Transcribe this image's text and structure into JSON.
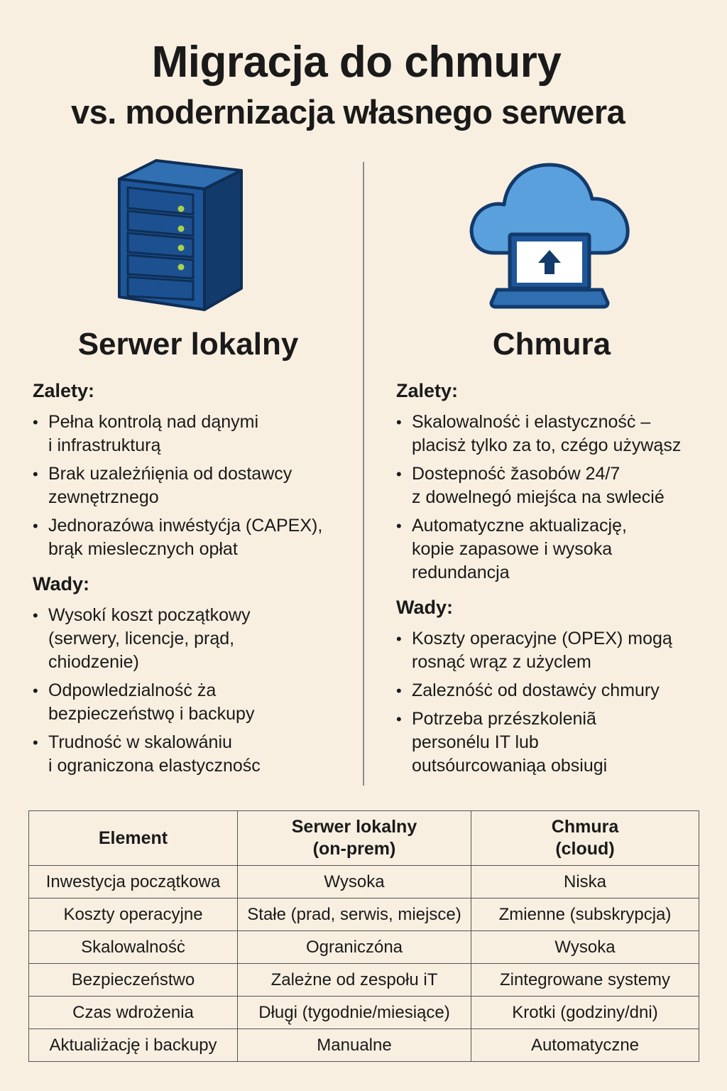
{
  "title": {
    "line1": "Migracja do chmury",
    "line2": "vs. modernizacja własnego serwera"
  },
  "icons": {
    "left": "server-icon",
    "right": "cloud-laptop-upload-icon",
    "colors": {
      "primary": "#1e5799",
      "dark": "#123a6b",
      "cloud": "#5aa0dc",
      "led": "#a8d24a"
    }
  },
  "left": {
    "title": "Serwer lokalny",
    "pros_heading": "Zalety:",
    "pros": [
      [
        "Pełna kontrolą nad dąnymi",
        "i infrastrukturą"
      ],
      [
        "Brak uzależńięnia od dostawcy",
        "zewnętrznego"
      ],
      [
        "Jednorazówa inwéstyćja (CAPEX),",
        "brąk mieslecznych opłat"
      ]
    ],
    "cons_heading": "Wady:",
    "cons": [
      [
        "Wysokí koszt początkowy",
        "(serwery, licencje, prąd,",
        "chiodzenie)"
      ],
      [
        "Odpowledzialnośċ ża",
        "bezpieczeństwǫ i backupy"
      ],
      [
        "Trudnośċ w skalowániu",
        "i ograniczona elastycznośc"
      ]
    ]
  },
  "right": {
    "title": "Chmura",
    "pros_heading": "Zalety:",
    "pros": [
      [
        "Skalowalnośċ i elastycznośċ –",
        "placisż tylko za to, czégo używąsz"
      ],
      [
        "Dostepnośċ žasobów 24/7",
        "z dowelnegó miejśca na swlecié"
      ],
      [
        "Automatyczne aktualizację,",
        "kopie zapasowe i wysoka",
        "redundancja"
      ]
    ],
    "cons_heading": "Wady:",
    "cons": [
      [
        "Koszty operacyjne (OPEX) mogą",
        "rosnąć wrąz z użyclem"
      ],
      [
        "Zaleznóśċ od dostawċy chmury"
      ],
      [
        "Potrzeba przészkoleniã",
        "personélu IT lub",
        "outsóurcowaniąa obsiugi"
      ]
    ]
  },
  "table": {
    "headers": [
      [
        "Element"
      ],
      [
        "Serwer lokalny",
        "(on-prem)"
      ],
      [
        "Chmura",
        "(cloud)"
      ]
    ],
    "rows": [
      [
        "Inwestycja początkowa",
        "Wysoka",
        "Niska"
      ],
      [
        "Koszty operacyjne",
        "Stałe (prad, serwis, miejsce)",
        "Zmienne (subskrypcja)"
      ],
      [
        "Skalowalnośċ",
        "Ograniczóna",
        "Wysoka"
      ],
      [
        "Bezpieczeństwo",
        "Zależne od zespołu iT",
        "Zintegrowane systemy"
      ],
      [
        "Czas wdrożenia",
        "Dług̨i (tygodnie/miesiące)",
        "Krotki (godziny/dni)"
      ],
      [
        "Aktualiżację i backupy",
        "Manualne",
        "Automatyczne"
      ]
    ]
  }
}
